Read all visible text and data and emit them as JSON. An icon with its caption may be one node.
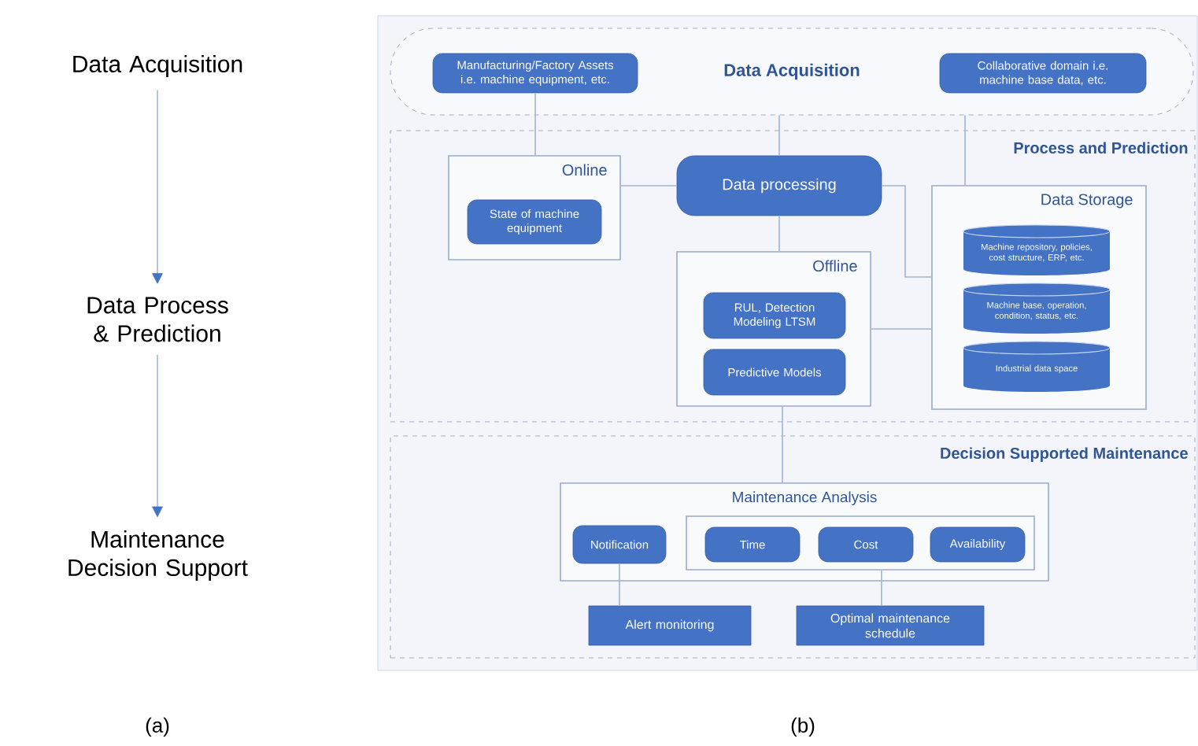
{
  "diagram": {
    "nodes": [
      {
        "text": [
          "Data Acquisition"
        ]
      },
      {
        "text": [
          "Data Process & Prediction"
        ]
      },
      {
        "text": [
          "Maintenance Decision Support"
        ]
      },
      {
        "text": [
          "Data Acquisition"
        ]
      },
      {
        "text": [
          "Manufacturing/Factory Assets i.e. machine equipment, etc."
        ],
        "in": 3
      },
      {
        "text": [
          "Collaborative domain i.e. machine base data, etc."
        ],
        "in": 3
      },
      {
        "text": [
          "Process and Prediction"
        ]
      },
      {
        "text": [
          "Online"
        ],
        "in": 6
      },
      {
        "text": [
          "State of machine equipment"
        ],
        "in": 7
      },
      {
        "text": [
          "Data processing"
        ],
        "in": 6
      },
      {
        "text": [
          "Offline"
        ],
        "in": 6
      },
      {
        "text": [
          "RUL, Detection Modeling LTSM"
        ],
        "in": 10
      },
      {
        "text": [
          "Predictive Models"
        ],
        "in": 10
      },
      {
        "text": [
          "Data Storage"
        ],
        "in": 6
      },
      {
        "text": [
          "Machine repository, policies, cost structure, ERP, etc."
        ],
        "in": 13
      },
      {
        "text": [
          "Machine base, operation, condition, status, etc."
        ],
        "in": 13
      },
      {
        "text": [
          "Industrial data space"
        ],
        "in": 13
      },
      {
        "text": [
          "Decision Supported Maintenance"
        ]
      },
      {
        "text": [
          "Maintenance Analysis"
        ],
        "in": 17
      },
      {
        "text": [
          "Notification"
        ],
        "in": 18
      },
      {
        "text": [],
        "shape": "box",
        "in": 18
      },
      {
        "text": [
          "Time"
        ],
        "in": 20
      },
      {
        "text": [
          "Cost"
        ],
        "in": 20
      },
      {
        "text": [
          "Availability"
        ],
        "in": 20
      },
      {
        "text": [
          "Alert monitoring"
        ],
        "in": 17
      },
      {
        "text": [
          "Optimal maintenance schedule"
        ],
        "in": 17
      }
    ],
    "edges": [
      {
        "from": 0,
        "to": 1,
        "arrow": "to",
        "color": "#4472c4"
      },
      {
        "from": 1,
        "to": 2,
        "arrow": "to",
        "color": "#4472c4"
      },
      {
        "from": 4,
        "to": 7,
        "arrow": "none"
      },
      {
        "from": 3,
        "to": 9,
        "arrow": "none"
      },
      {
        "from": 3,
        "to": 13,
        "arrow": "none"
      },
      {
        "from": 7,
        "to": 9,
        "arrow": "none"
      },
      {
        "from": 9,
        "to": 13,
        "arrow": "none"
      },
      {
        "from": 9,
        "to": 10,
        "arrow": "none"
      },
      {
        "from": 10,
        "to": 13,
        "arrow": "none"
      },
      {
        "from": 10,
        "to": 18,
        "arrow": "none"
      },
      {
        "from": 19,
        "to": 24,
        "arrow": "none"
      },
      {
        "from": 20,
        "to": 25,
        "arrow": "none"
      }
    ],
    "labels": [
      "(a)",
      "(b)"
    ]
  }
}
